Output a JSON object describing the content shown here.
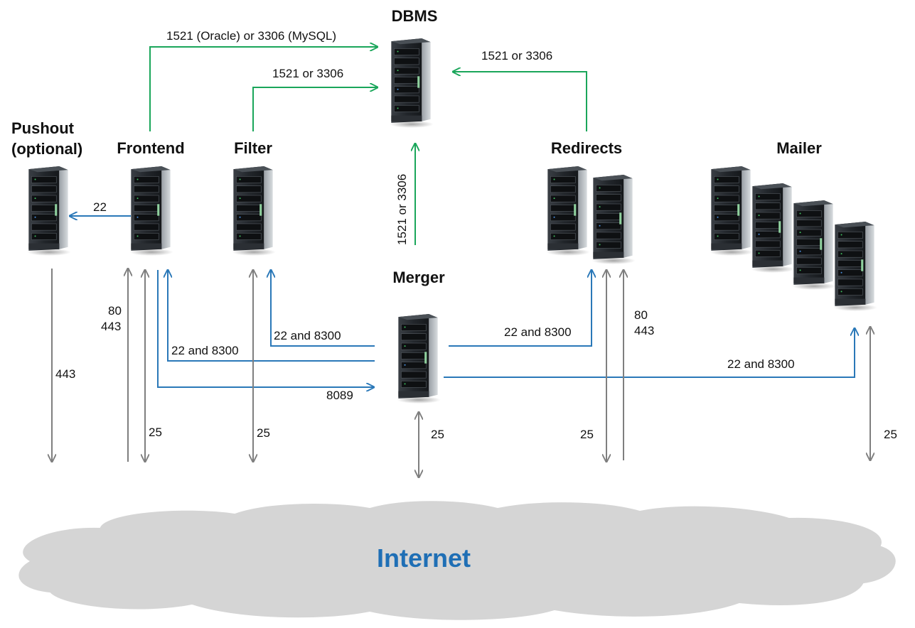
{
  "nodes": {
    "dbms": "DBMS",
    "pushout_line1": "Pushout",
    "pushout_line2": "(optional)",
    "frontend": "Frontend",
    "filter": "Filter",
    "redirects": "Redirects",
    "mailer": "Mailer",
    "merger": "Merger"
  },
  "cloud": {
    "label": "Internet"
  },
  "ports": {
    "frontend_dbms": "1521 (Oracle) or 3306 (MySQL)",
    "filter_dbms": "1521 or 3306",
    "redirects_dbms": "1521 or 3306",
    "merger_dbms": "1521 or 3306",
    "frontend_pushout": "22",
    "frontend_inbound_http_1": "80",
    "frontend_inbound_http_2": "443",
    "pushout_internet": "443",
    "frontend_smtp": "25",
    "filter_smtp": "25",
    "merger_smtp": "25",
    "redirects_smtp": "25",
    "mailer_smtp": "25",
    "merger_filter": "22 and 8300",
    "merger_frontend": "22 and 8300",
    "frontend_merger": "8089",
    "merger_redirects": "22 and 8300",
    "redirects_inbound_http_1": "80",
    "redirects_inbound_http_2": "443",
    "merger_mailer": "22 and 8300"
  },
  "colors": {
    "db_arrow": "#1aa65a",
    "internal_arrow": "#2a78b8",
    "internet_arrow": "#7f7f7f",
    "cloud_fill": "#d5d5d5",
    "cloud_label": "#1f6fb5"
  }
}
